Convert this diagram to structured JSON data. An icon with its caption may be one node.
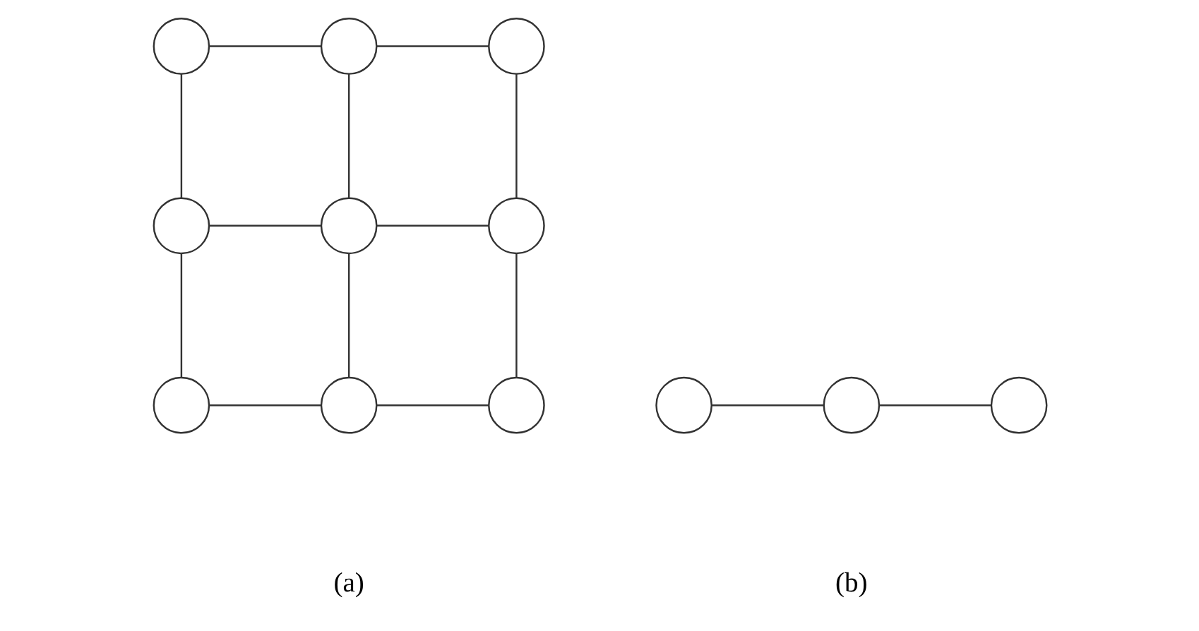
{
  "diagram": {
    "nodes": [
      {
        "text": [],
        "shape": "circle"
      },
      {
        "text": [],
        "shape": "circle"
      },
      {
        "text": [],
        "shape": "circle"
      },
      {
        "text": [],
        "shape": "circle"
      },
      {
        "text": [],
        "shape": "circle"
      },
      {
        "text": [],
        "shape": "circle"
      },
      {
        "text": [],
        "shape": "circle"
      },
      {
        "text": [],
        "shape": "circle"
      },
      {
        "text": [],
        "shape": "circle"
      },
      {
        "text": [],
        "shape": "circle"
      },
      {
        "text": [],
        "shape": "circle"
      },
      {
        "text": [],
        "shape": "circle"
      }
    ],
    "edges": [
      {
        "from": 0,
        "to": 1,
        "arrow": "none"
      },
      {
        "from": 1,
        "to": 2,
        "arrow": "none"
      },
      {
        "from": 0,
        "to": 3,
        "arrow": "none"
      },
      {
        "from": 1,
        "to": 4,
        "arrow": "none"
      },
      {
        "from": 2,
        "to": 5,
        "arrow": "none"
      },
      {
        "from": 3,
        "to": 4,
        "arrow": "none"
      },
      {
        "from": 4,
        "to": 5,
        "arrow": "none"
      },
      {
        "from": 3,
        "to": 6,
        "arrow": "none"
      },
      {
        "from": 4,
        "to": 7,
        "arrow": "none"
      },
      {
        "from": 5,
        "to": 8,
        "arrow": "none"
      },
      {
        "from": 6,
        "to": 7,
        "arrow": "none"
      },
      {
        "from": 7,
        "to": 8,
        "arrow": "none"
      },
      {
        "from": 9,
        "to": 10,
        "arrow": "none"
      },
      {
        "from": 10,
        "to": 11,
        "arrow": "none"
      }
    ],
    "labels": [
      "(a)",
      "(b)"
    ]
  }
}
